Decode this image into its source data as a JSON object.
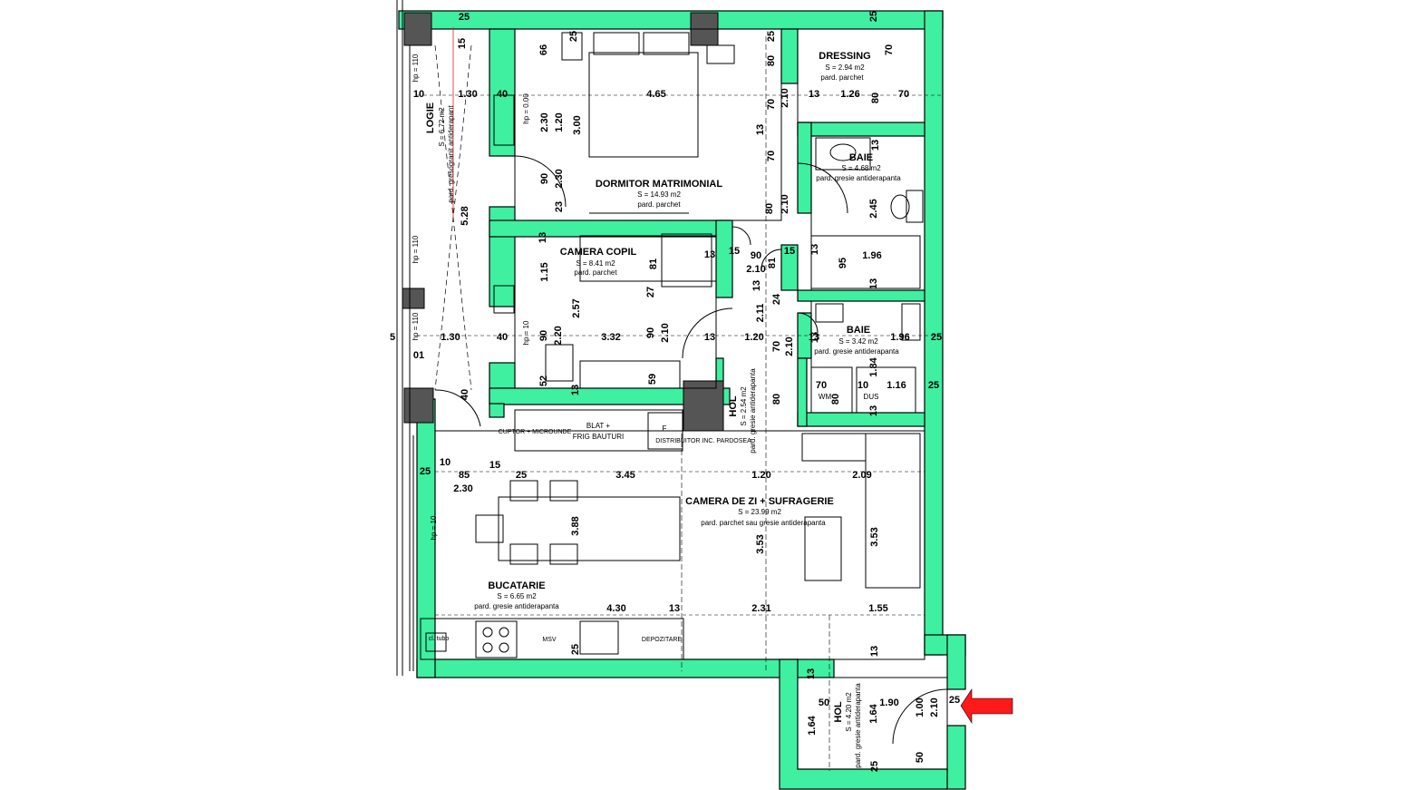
{
  "colors": {
    "wall": "#3ef0a0",
    "outline": "#000000",
    "column": "#555555",
    "arrow": "#ff1a1a"
  },
  "rooms": {
    "logie": {
      "name": "LOGIE",
      "area": "S = 6.72 m2",
      "floor": "pard. gresogranit antiderapant"
    },
    "dormitor": {
      "name": "DORMITOR  MATRIMONIAL",
      "area": "S = 14.93 m2",
      "floor": "pard. parchet"
    },
    "dressing": {
      "name": "DRESSING",
      "area": "S = 2.94 m2",
      "floor": "pard. parchet"
    },
    "baie1": {
      "name": "BAIE",
      "area": "S = 4.68 m2",
      "floor": "pard. gresie antiderapanta"
    },
    "camera_copil": {
      "name": "CAMERA COPIL",
      "area": "S = 8.41 m2",
      "floor": "pard. parchet"
    },
    "baie2": {
      "name": "BAIE",
      "area": "S = 3.42 m2",
      "floor": "pard. gresie antiderapanta"
    },
    "hol1": {
      "name": "HOL",
      "area": "S = 2.54 m2",
      "floor": "pard. gresie antiderapanta"
    },
    "camera_zi": {
      "name": "CAMERA DE ZI + SUFRAGERIE",
      "area": "S = 23.99 m2",
      "floor": "pard. parchet sau gresie antiderapanta"
    },
    "bucatarie": {
      "name": "BUCATARIE",
      "area": "S = 6.65 m2",
      "floor": "pard. gresie antiderapanta"
    },
    "hol2": {
      "name": "HOL",
      "area": "S = 4.20 m2",
      "floor": "pard. gresie antiderapanta"
    }
  },
  "fixtures": {
    "cuptor": "CUPTOR + MICROUNDE",
    "blat": "BLAT +",
    "frig": "FRIG BAUTURI",
    "f": "F",
    "distribuitor": "DISTRIBUITOR INC. PARDOSEA",
    "msv": "MSV",
    "depozitare": "DEPOZITARE",
    "dus": "DUS",
    "wm": "WM",
    "cos": "cl. tubo"
  },
  "dims": {
    "d25a": "25",
    "d15a": "15",
    "d66": "66",
    "d25b": "25",
    "d25c": "25",
    "d80a": "80",
    "d70a": "70",
    "d25d": "25",
    "d10a": "10",
    "d130a": "1.30",
    "d40a": "40",
    "d465": "4.65",
    "d210a": "2.10",
    "d13a": "13",
    "d126": "1.26",
    "d70b": "70",
    "d80b": "80",
    "d230a": "2.30",
    "d120a": "1.20",
    "d300": "3.00",
    "d13b": "13",
    "d70c": "70",
    "d13c": "13",
    "d90a": "90",
    "d230b": "2.30",
    "d23": "23",
    "d80c": "80",
    "d210b": "2.10",
    "d245": "2.45",
    "d528": "5.28",
    "d13d": "13",
    "d81a": "81",
    "d13e": "13",
    "d15b": "15",
    "d90b": "90",
    "d210c": "2.10",
    "d81b": "81",
    "d15c": "15",
    "d13f": "13",
    "d95": "95",
    "d196a": "1.96",
    "d115": "1.15",
    "d257": "2.57",
    "d27": "27",
    "d13g": "13",
    "d13h": "13",
    "d24": "24",
    "d211": "2.11",
    "d90c": "90",
    "d220": "2.20",
    "d90d": "90",
    "d210d": "2.10",
    "d13i": "13",
    "d13j": "13",
    "d120b": "1.20",
    "d70d": "70",
    "d210e": "2.10",
    "d13k": "13",
    "d196b": "1.96",
    "d25e": "25",
    "d10b": "10",
    "d130b": "1.30",
    "d40b": "40",
    "d332": "3.32",
    "d52": "52",
    "d13l": "13",
    "d59": "59",
    "d184": "1.84",
    "d70e": "70",
    "d80d": "80",
    "d10c": "10",
    "d116": "1.16",
    "d25f": "25",
    "d40c": "40",
    "d80e": "80",
    "d13m": "13",
    "d25g": "25",
    "d10d": "10",
    "d85": "85",
    "d15d": "15",
    "d25h": "25",
    "d345": "3.45",
    "d120c": "1.20",
    "d209": "2.09",
    "d230c": "2.30",
    "d388": "3.88",
    "d353a": "3.53",
    "d353b": "3.53",
    "d430": "4.30",
    "d13n": "13",
    "d231": "2.31",
    "d155": "1.55",
    "d25i": "25",
    "d13o": "13",
    "d13p": "13",
    "d50a": "50",
    "d164a": "1.64",
    "d164b": "1.64",
    "d190": "1.90",
    "d100": "1.00",
    "d210f": "2.10",
    "d25j": "25",
    "d25k": "25",
    "d50b": "50",
    "hp110a": "hp = 110",
    "hp110b": "hp = 110",
    "hp110c": "hp = 110",
    "hp000": "hp = 0.00",
    "hp10a": "hp = 10",
    "hp10b": "hp = 10",
    "d01": "01",
    "d5": "5"
  }
}
